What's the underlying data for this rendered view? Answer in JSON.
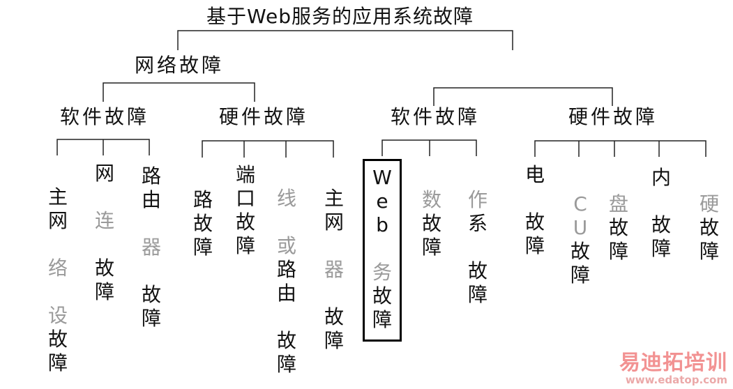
{
  "title": "基于Web服务的应用系统故障",
  "network_fault": "网络故障",
  "web_branch_software": "软件故障",
  "web_branch_hardware": "硬件故障",
  "net_software": "软件故障",
  "net_hardware": "硬件故障",
  "net_software_leaves": [
    {
      "id": "host-net-device",
      "chars": [
        "主",
        "网",
        "",
        "络",
        "",
        "设",
        "故",
        "障"
      ]
    },
    {
      "id": "net-link",
      "chars": [
        "网",
        "",
        "连",
        "",
        "故",
        "障"
      ]
    },
    {
      "id": "router",
      "chars": [
        "路",
        "由",
        "",
        "器",
        "",
        "故",
        "障"
      ]
    }
  ],
  "net_hardware_leaves": [
    {
      "id": "router-fault",
      "chars": [
        "路",
        "故",
        "障"
      ]
    },
    {
      "id": "port-fault",
      "chars": [
        "端",
        "口",
        "故",
        "障"
      ]
    },
    {
      "id": "line-router",
      "chars": [
        "线",
        "",
        "或",
        "路",
        "由",
        "",
        "故",
        "障"
      ]
    },
    {
      "id": "host-network-device",
      "chars": [
        "主",
        "网",
        "",
        "器",
        "",
        "故",
        "障"
      ]
    }
  ],
  "web_software_leaves": [
    {
      "id": "web-service",
      "chars": [
        "W",
        "e",
        "b",
        "",
        "务",
        "故",
        "障"
      ]
    },
    {
      "id": "db",
      "chars": [
        "数",
        "故",
        "障"
      ]
    },
    {
      "id": "os",
      "chars": [
        "作",
        "系",
        "",
        "故",
        "障"
      ]
    }
  ],
  "web_hardware_leaves": [
    {
      "id": "power",
      "chars": [
        "电",
        "",
        "故",
        "障"
      ]
    },
    {
      "id": "cpu",
      "chars": [
        "C",
        "U",
        "故",
        "障"
      ]
    },
    {
      "id": "disk",
      "chars": [
        "盘",
        "故",
        "障"
      ]
    },
    {
      "id": "memory",
      "chars": [
        "内",
        "",
        "故",
        "障"
      ]
    },
    {
      "id": "hdd",
      "chars": [
        "硬",
        "故",
        "障"
      ]
    }
  ],
  "watermark": {
    "cn": "易迪拓培训",
    "url": "www.edatop.com",
    "color": "#f08080"
  }
}
